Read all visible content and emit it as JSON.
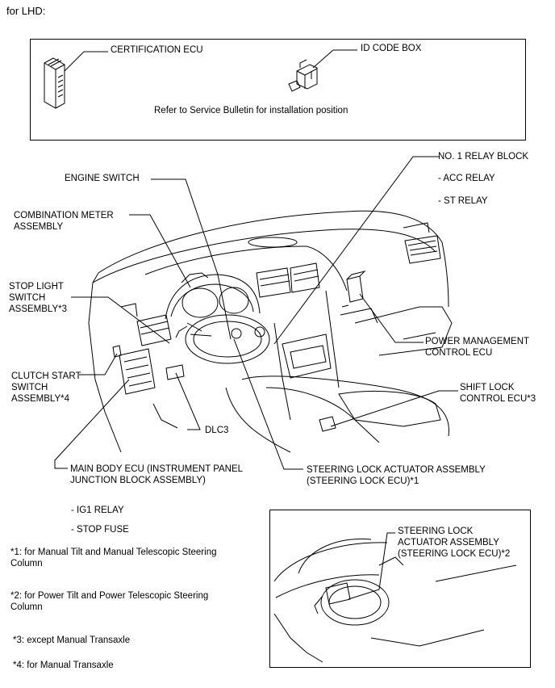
{
  "heading": "for LHD:",
  "top_box": {
    "certification_ecu": "CERTIFICATION ECU",
    "id_code_box": "ID CODE BOX",
    "note": "Refer to Service Bulletin for installation position"
  },
  "labels": {
    "engine_switch": "ENGINE SWITCH",
    "combination_meter": [
      "COMBINATION METER",
      "ASSEMBLY"
    ],
    "stop_light_switch": [
      "STOP LIGHT",
      "SWITCH",
      "ASSEMBLY*3"
    ],
    "clutch_start_switch": [
      "CLUTCH START",
      "SWITCH",
      "ASSEMBLY*4"
    ],
    "dlc3": "DLC3",
    "main_body_ecu": [
      "MAIN BODY ECU (INSTRUMENT PANEL",
      "JUNCTION BLOCK ASSEMBLY)"
    ],
    "ig1_relay": "- IG1 RELAY",
    "stop_fuse": "- STOP FUSE",
    "relay_block": "NO. 1 RELAY BLOCK",
    "acc_relay": "- ACC RELAY",
    "st_relay": "- ST RELAY",
    "power_mgmt_ecu": [
      "POWER MANAGEMENT",
      "CONTROL ECU"
    ],
    "shift_lock_ecu": [
      "SHIFT LOCK",
      "CONTROL ECU*3"
    ],
    "steering_lock_1": [
      "STEERING LOCK ACTUATOR ASSEMBLY",
      "(STEERING LOCK ECU)*1"
    ],
    "steering_lock_2": [
      "STEERING LOCK",
      "ACTUATOR ASSEMBLY",
      "(STEERING LOCK ECU)*2"
    ]
  },
  "footnotes": {
    "n1": [
      "*1: for Manual Tilt and Manual Telescopic Steering",
      "Column"
    ],
    "n2": [
      "*2: for Power Tilt and Power Telescopic Steering",
      "Column"
    ],
    "n3": "*3: except Manual Transaxle",
    "n4": "*4: for Manual Transaxle"
  }
}
